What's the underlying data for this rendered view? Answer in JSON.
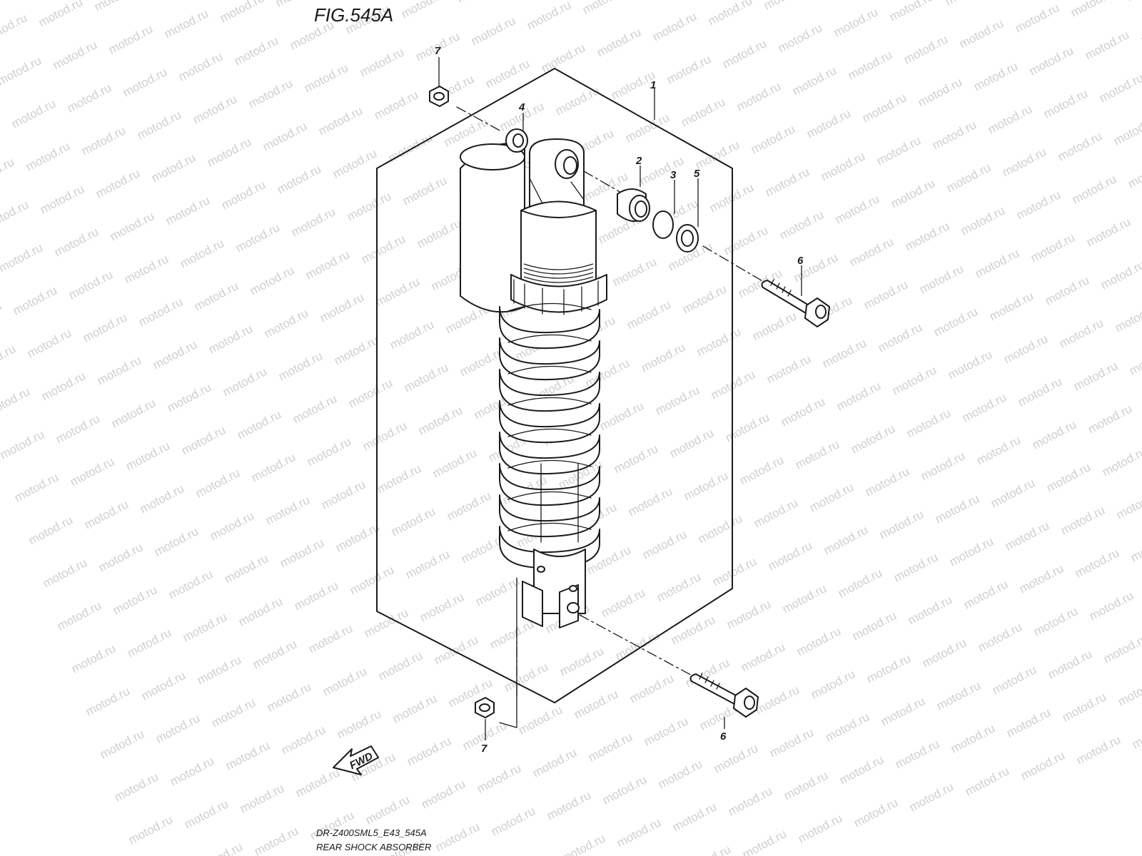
{
  "figure": {
    "title": "FIG.545A",
    "code": "DR-Z400SML5_E43_545A",
    "name": "REAR SHOCK ABSORBER"
  },
  "watermark": "motod.ru",
  "fwd_label": "FWD",
  "callouts": [
    "1",
    "2",
    "3",
    "4",
    "5",
    "6",
    "6",
    "7",
    "7"
  ]
}
